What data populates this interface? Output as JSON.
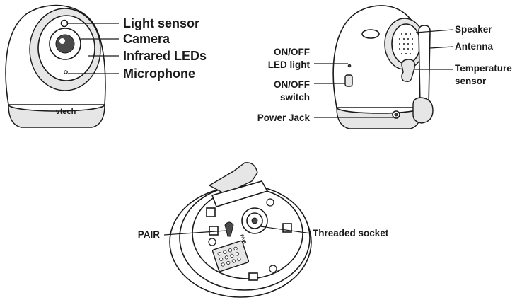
{
  "front_view": {
    "labels": [
      "Light sensor",
      "Camera",
      "Infrared LEDs",
      "Microphone"
    ],
    "brand": "vtech"
  },
  "back_view": {
    "labels": {
      "speaker": "Speaker",
      "antenna": "Antenna",
      "temperature_sensor": [
        "Temperature",
        "sensor"
      ],
      "on_off_led_light": [
        "ON/OFF",
        "LED light"
      ],
      "on_off_switch": [
        "ON/OFF",
        "switch"
      ],
      "power_jack": "Power Jack"
    }
  },
  "bottom_view": {
    "labels": {
      "pair": "PAIR",
      "threaded_socket": "Threaded socket"
    },
    "pair_marking": "PAIR"
  }
}
